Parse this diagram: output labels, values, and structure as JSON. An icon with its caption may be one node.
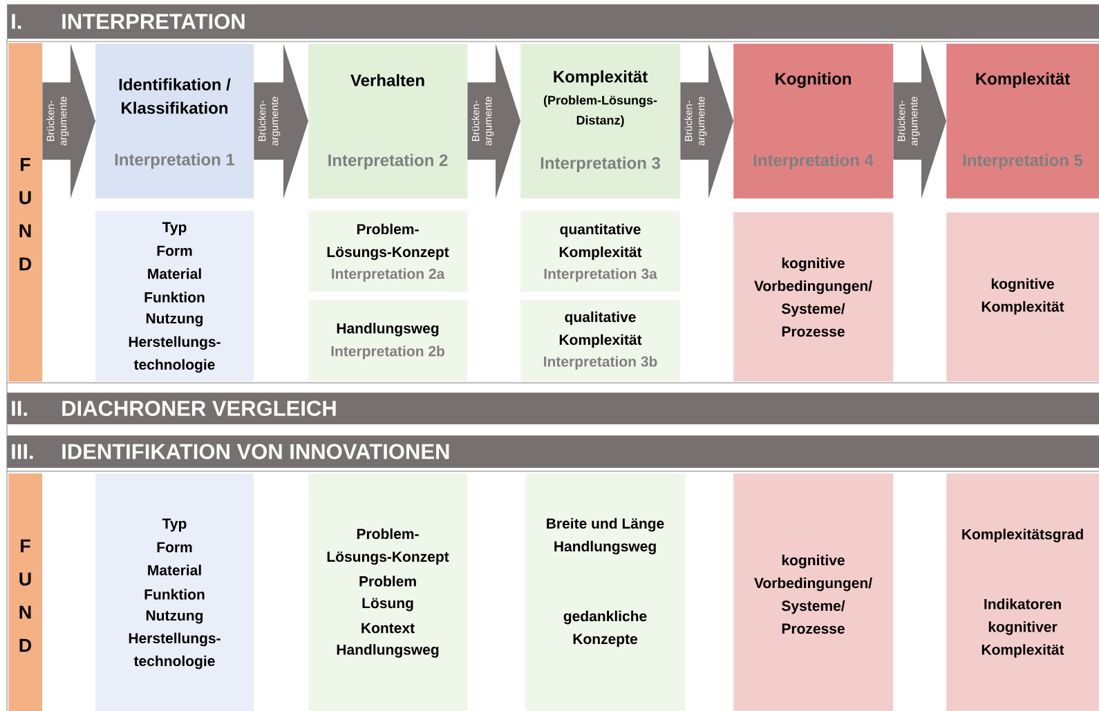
{
  "diagram": {
    "nodes": [
      {
        "text": [
          "I.",
          "INTERPRETATION"
        ]
      },
      {
        "text": [
          "F U N D"
        ]
      },
      {
        "text": [
          "Identifikation / Klassifikation",
          "Interpretation 1"
        ]
      },
      {
        "text": [
          "Verhalten",
          "Interpretation 2"
        ]
      },
      {
        "text": [
          "Komplexität",
          "(Problem-Lösungs- Distanz)",
          "Interpretation 3"
        ]
      },
      {
        "text": [
          "Kognition",
          "Interpretation 4"
        ]
      },
      {
        "text": [
          "Komplexität",
          "Interpretation 5"
        ]
      },
      {
        "text": [
          "Typ",
          "Form",
          "Material",
          "Funktion",
          "Nutzung",
          "Herstellungs- technologie"
        ]
      },
      {
        "text": [
          "Problem- Lösungs-Konzept",
          "Interpretation 2a"
        ]
      },
      {
        "text": [
          "Handlungsweg",
          "Interpretation 2b"
        ]
      },
      {
        "text": [
          "quantitative Komplexität",
          "Interpretation 3a"
        ]
      },
      {
        "text": [
          "qualitative Komplexität",
          "Interpretation 3b"
        ]
      },
      {
        "text": [
          "kognitive Vorbedingungen/ Systeme/ Prozesse"
        ]
      },
      {
        "text": [
          "kognitive Komplexität"
        ]
      },
      {
        "text": [
          "II.",
          "DIACHRONER VERGLEICH"
        ]
      },
      {
        "text": [
          "III.",
          "IDENTIFIKATION VON INNOVATIONEN"
        ]
      },
      {
        "text": [
          "F U N D"
        ]
      },
      {
        "text": [
          "Typ",
          "Form",
          "Material",
          "Funktion",
          "Nutzung",
          "Herstellungs- technologie"
        ]
      },
      {
        "text": [
          "Problem- Lösungs-Konzept",
          "Problem",
          "Lösung",
          "Kontext",
          "Handlungsweg"
        ]
      },
      {
        "text": [
          "Breite und Länge Handlungsweg",
          "gedankliche Konzepte"
        ]
      },
      {
        "text": [
          "kognitive Vorbedingungen/ Systeme/ Prozesse"
        ]
      },
      {
        "text": [
          "Komplexitätsgrad",
          "Indikatoren kognitiver Komplexität"
        ]
      }
    ],
    "edges": [
      {
        "from": 1,
        "to": 2,
        "arrow": "to",
        "label": "Brücken- argumente"
      },
      {
        "from": 2,
        "to": 3,
        "arrow": "to",
        "label": "Brücken- argumente"
      },
      {
        "from": 3,
        "to": 4,
        "arrow": "to",
        "label": "Brücken- argumente"
      },
      {
        "from": 4,
        "to": 5,
        "arrow": "to",
        "label": "Brücken- argumente"
      },
      {
        "from": 5,
        "to": 6,
        "arrow": "to",
        "label": "Brücken- argumente"
      }
    ]
  }
}
